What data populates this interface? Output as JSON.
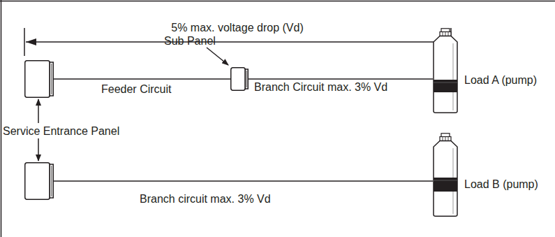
{
  "diagram": {
    "nodes": [
      {
        "text": [
          "Service Entrance Panel"
        ]
      },
      {
        "text": [
          "Sub Panel"
        ]
      },
      {
        "text": [
          "Load A (pump)"
        ]
      },
      {
        "text": []
      },
      {
        "text": [
          "Load B (pump)"
        ]
      }
    ],
    "edges": [
      {
        "from": 0,
        "to": 1,
        "arrow": "none",
        "label": "Feeder Circuit"
      },
      {
        "from": 1,
        "to": 2,
        "arrow": "none",
        "label": "Branch Circuit max. 3% Vd"
      },
      {
        "from": 3,
        "to": 4,
        "arrow": "none",
        "label": "Branch circuit max. 3% Vd"
      }
    ],
    "labels": [
      "5% max. voltage drop (Vd)"
    ]
  }
}
